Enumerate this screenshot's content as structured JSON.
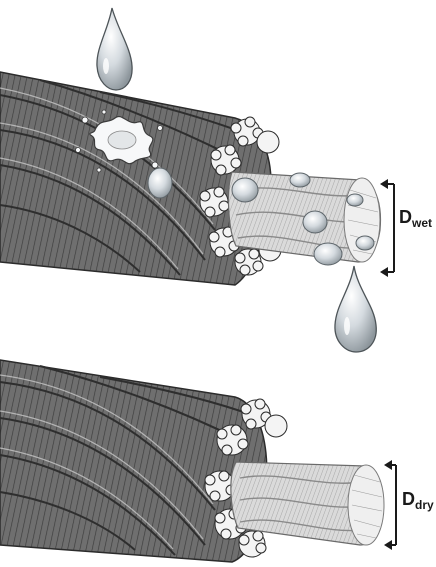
{
  "labels": {
    "wet": {
      "main": "D",
      "sub": "wet"
    },
    "dry": {
      "main": "D",
      "sub": "dry"
    }
  },
  "colors": {
    "rope_dark": "#4a4a4a",
    "rope_mid": "#7a7a7a",
    "rope_light": "#b9b9b9",
    "core_light": "#e4e4e4",
    "water": "#cfd6dc",
    "arrow": "#1a1a1a"
  }
}
